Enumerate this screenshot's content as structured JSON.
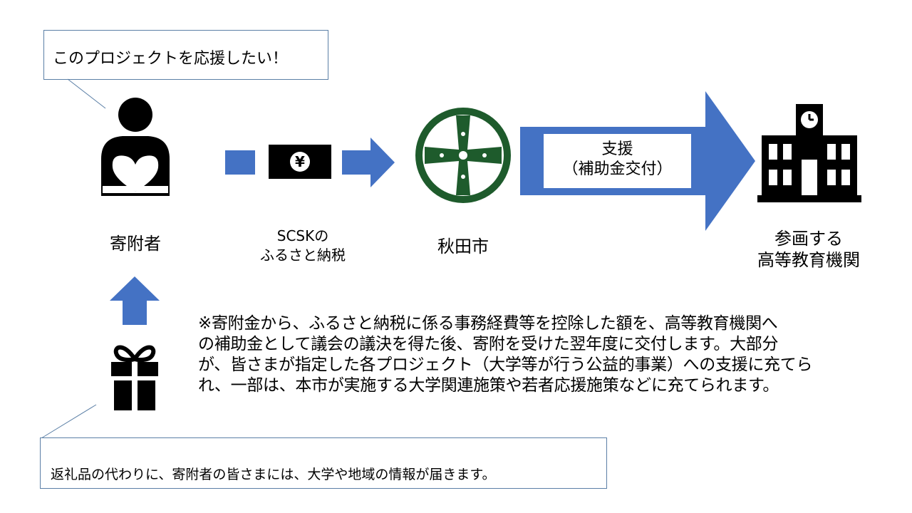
{
  "speech_bubble_top": {
    "text": "このプロジェクトを応援したい！"
  },
  "speech_bubble_bottom": {
    "text": "返礼品の代わりに、寄附者の皆さまには、大学や地域の情報が届きます。"
  },
  "nodes": {
    "donor": "寄附者",
    "scsk_line1": "SCSKの",
    "scsk_line2": "ふるさと納税",
    "city": "秋田市",
    "institution_line1": "参画する",
    "institution_line2": "高等教育機関"
  },
  "support_box": {
    "line1": "支援",
    "line2": "（補助金交付）"
  },
  "money_symbol": "¥",
  "note": {
    "line1": "※寄附金から、ふるさと納税に係る事務経費等を控除した額を、高等教育機関へ",
    "line2": "の補助金として議会の議決を得た後、寄附を受けた翌年度に交付します。大部分",
    "line3": "が、皆さまが指定した各プロジェクト（大学等が行う公益的事業）への支援に充てら",
    "line4": "れ、一部は、本市が実施する大学関連施策や若者応援施策などに充てられます。"
  },
  "colors": {
    "arrow": "#4472c4",
    "city_emblem": "#1e5b2c",
    "border": "#5b7fa6"
  }
}
